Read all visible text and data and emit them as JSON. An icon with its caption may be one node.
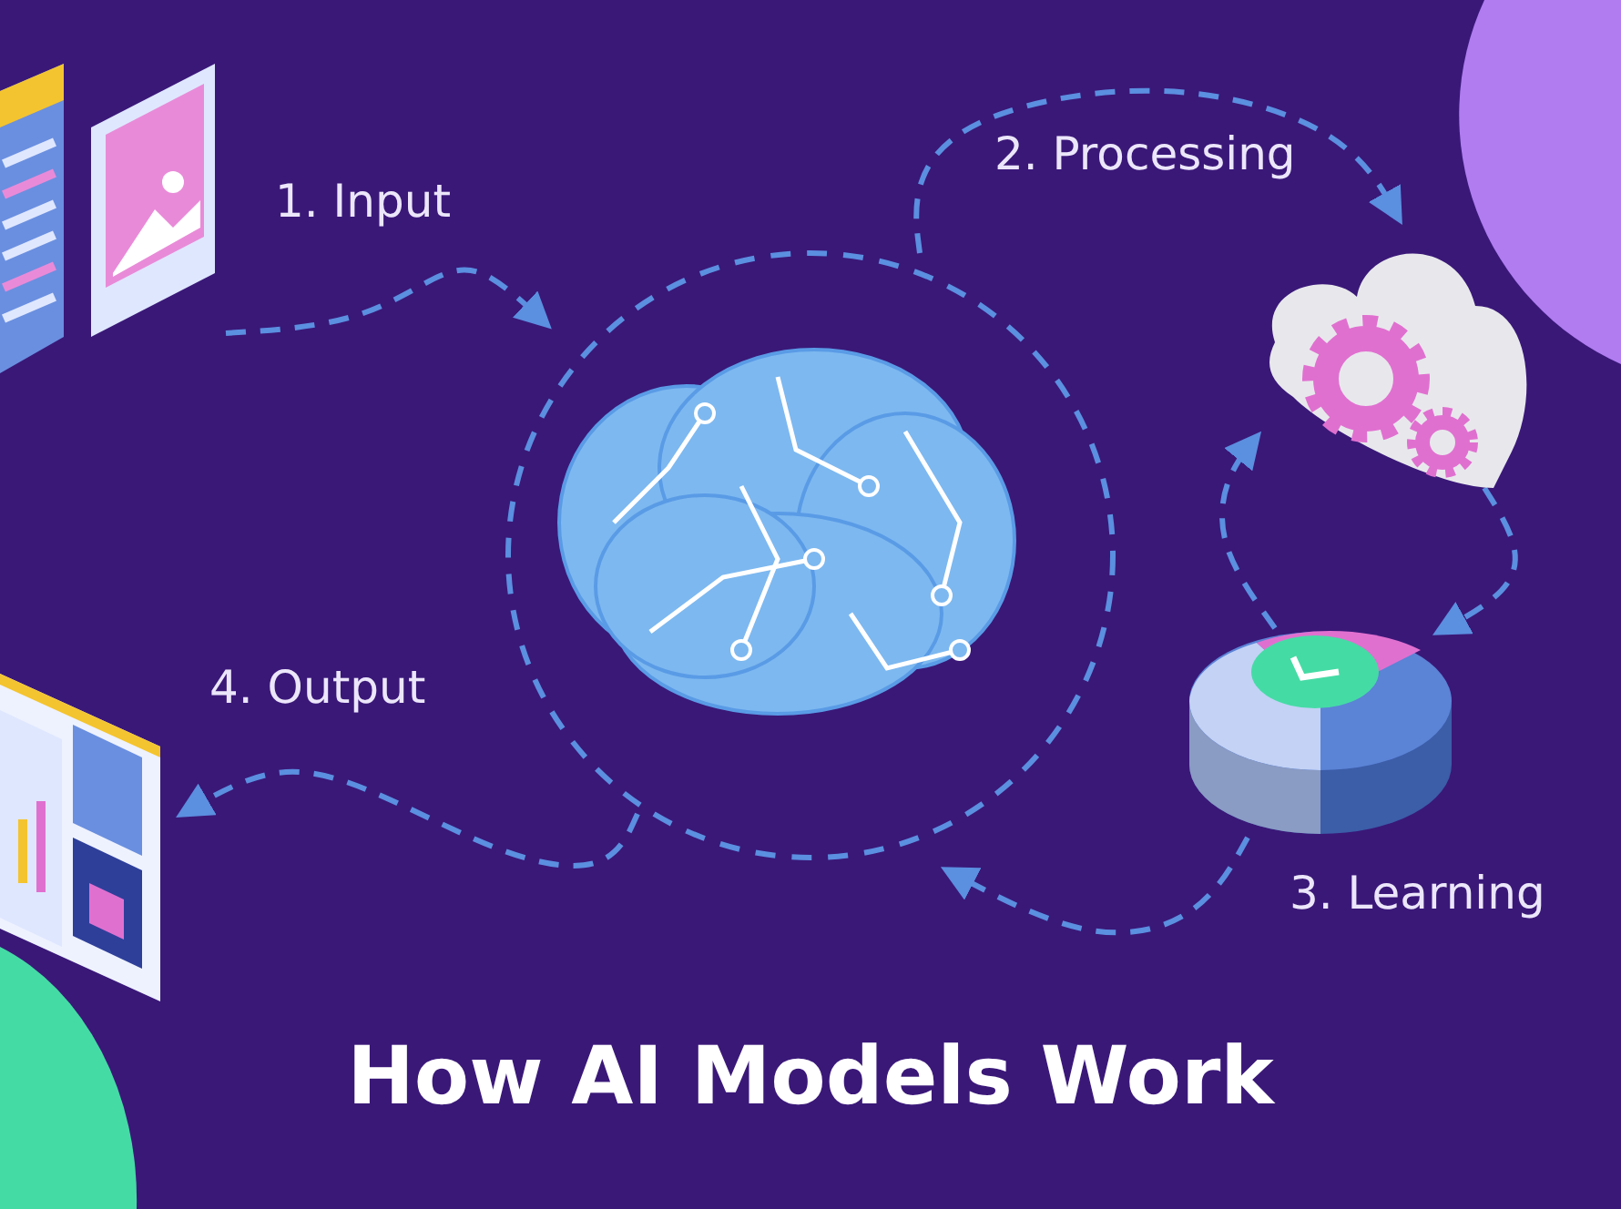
{
  "diagram": {
    "title": "How AI Models Work",
    "nodes": [
      {
        "text": [],
        "shape": "picture"
      },
      {
        "text": [],
        "shape": "picture"
      },
      {
        "text": [],
        "shape": "picture"
      },
      {
        "text": [],
        "shape": "picture"
      },
      {
        "text": [],
        "shape": "picture"
      }
    ],
    "edges": [
      {
        "from": 0,
        "to": 1,
        "arrow": "to",
        "label": "1. Input",
        "style": "dashed"
      },
      {
        "from": 1,
        "to": 2,
        "arrow": "to",
        "label": "2. Processing",
        "style": "dashed"
      },
      {
        "from": 2,
        "to": 3,
        "arrow": "to",
        "style": "dashed"
      },
      {
        "from": 3,
        "to": 2,
        "arrow": "to",
        "style": "dashed"
      },
      {
        "from": 3,
        "to": 1,
        "arrow": "to",
        "label": "3. Learning",
        "style": "dashed"
      },
      {
        "from": 1,
        "to": 4,
        "arrow": "to",
        "label": "4. Output",
        "style": "dashed"
      }
    ]
  }
}
